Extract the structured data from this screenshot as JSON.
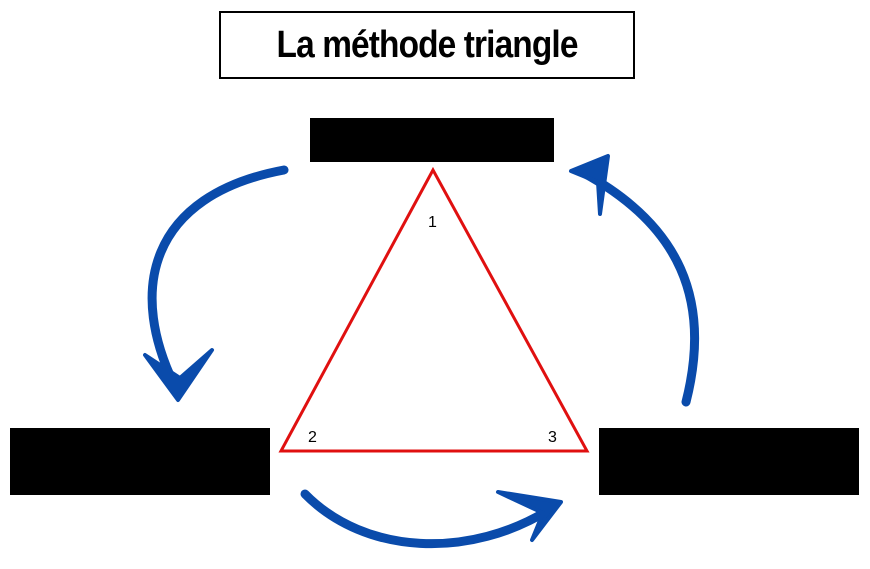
{
  "title": "La méthode triangle",
  "triangle": {
    "color": "#e01010",
    "vertices": [
      {
        "label": "1"
      },
      {
        "label": "2"
      },
      {
        "label": "3"
      }
    ]
  },
  "arrows": {
    "color": "#0a4bab",
    "items": [
      {
        "from": "top",
        "to": "left",
        "icon": "curved-arrow"
      },
      {
        "from": "left",
        "to": "right",
        "icon": "curved-arrow"
      },
      {
        "from": "right",
        "to": "top",
        "icon": "curved-arrow"
      }
    ]
  },
  "boxes": [
    {
      "position": "top",
      "state": "redacted"
    },
    {
      "position": "left",
      "state": "redacted"
    },
    {
      "position": "right",
      "state": "redacted"
    }
  ]
}
